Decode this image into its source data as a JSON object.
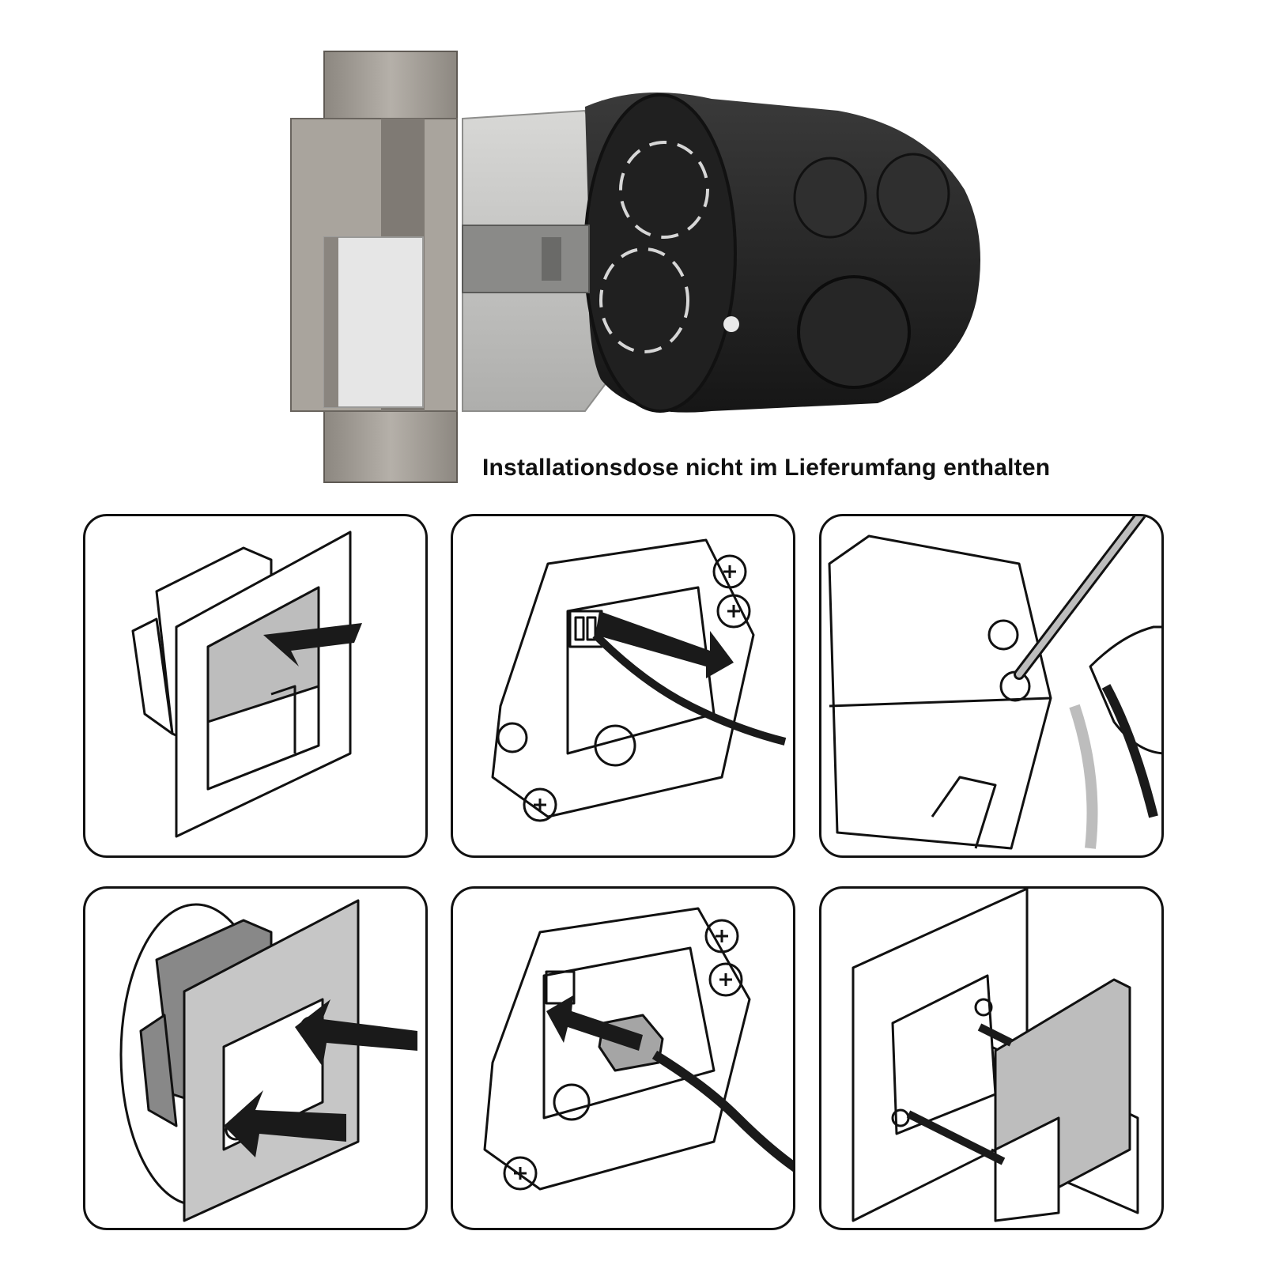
{
  "caption": "Installationsdose nicht im Lieferumfang enthalten",
  "colors": {
    "steel": "#a39e97",
    "steel_dark": "#6f6a64",
    "box_black": "#2a2a2a",
    "housing_grey": "#c9c9c7",
    "panel_border": "#111111",
    "arrow": "#1a1a1a",
    "fill_grey": "#bdbdbd"
  },
  "steps": [
    {
      "id": 1,
      "icon": "remove-cover-icon"
    },
    {
      "id": 2,
      "icon": "connect-plug-icon"
    },
    {
      "id": 3,
      "icon": "screw-terminal-icon"
    },
    {
      "id": 4,
      "icon": "mount-screws-icon"
    },
    {
      "id": 5,
      "icon": "insert-connector-icon"
    },
    {
      "id": 6,
      "icon": "attach-cover-icon"
    }
  ]
}
